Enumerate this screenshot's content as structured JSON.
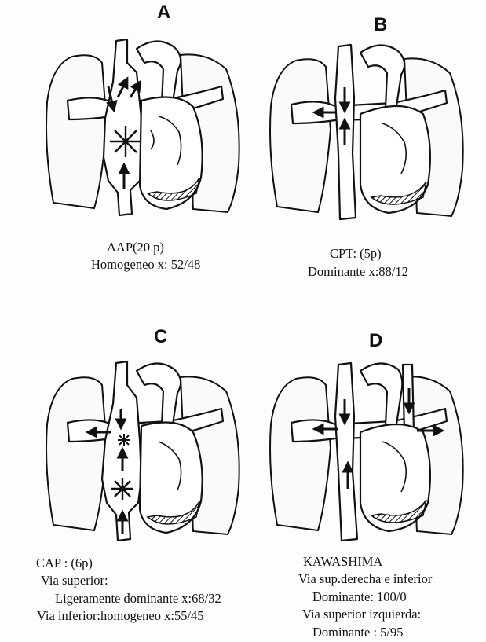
{
  "panels": [
    {
      "letter": "A",
      "caption": [
        "AAP(20 p)",
        "Homogeneo x: 52/48"
      ]
    },
    {
      "letter": "B",
      "caption": [
        "CPT: (5p)",
        "Dominante x:88/12"
      ]
    },
    {
      "letter": "C",
      "caption": [
        "CAP : (6p)",
        "Via superior:",
        "Ligeramente dominante x:68/32",
        "Via inferior:homogeneo x:55/45"
      ]
    },
    {
      "letter": "D",
      "caption": [
        "KAWASHIMA",
        "Via sup.derecha e inferior",
        "Dominante: 100/0",
        "Via superior izquierda:",
        "Dominante : 5/95"
      ]
    }
  ],
  "icons": {
    "heart": "heart-lung-anatomy",
    "arrow": "flow-arrow",
    "star": "mixing-asterisk"
  }
}
